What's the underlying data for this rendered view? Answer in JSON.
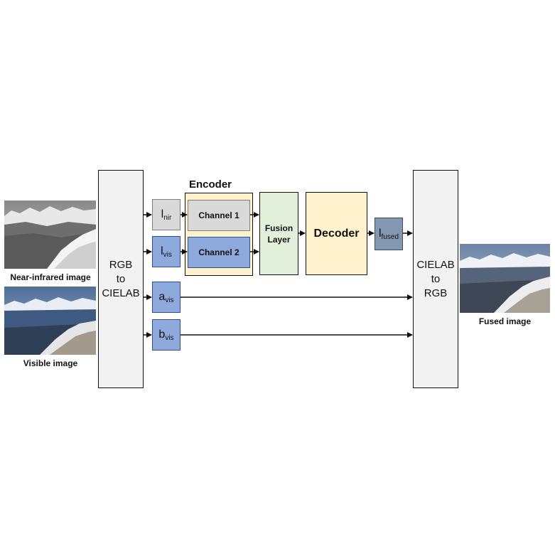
{
  "images": {
    "nir_caption": "Near-infrared image",
    "vis_caption": "Visible image",
    "fused_caption": "Fused image"
  },
  "rgb_to_cielab": [
    "RGB",
    "to",
    "CIELAB"
  ],
  "cielab_to_rgb": [
    "CIELAB",
    "to",
    "RGB"
  ],
  "channels": {
    "l_nir": {
      "main": "l",
      "sub": "nir"
    },
    "l_vis": {
      "main": "l",
      "sub": "vis"
    },
    "a_vis": {
      "main": "a",
      "sub": "vis"
    },
    "b_vis": {
      "main": "b",
      "sub": "vis"
    },
    "l_fused": {
      "main": "l",
      "sub": "fused"
    }
  },
  "encoder": {
    "title": "Encoder",
    "channel1": "Channel 1",
    "channel2": "Channel 2"
  },
  "fusion_layer": [
    "Fusion",
    "Layer"
  ],
  "decoder": "Decoder",
  "colors": {
    "grey_box": "#d9d9d9",
    "blue_box": "#8ea9db",
    "slate_box": "#8497b0",
    "encoder_fill": "#fff2cc",
    "fusion_fill": "#e2efda",
    "converter_fill": "#f2f2f2"
  }
}
